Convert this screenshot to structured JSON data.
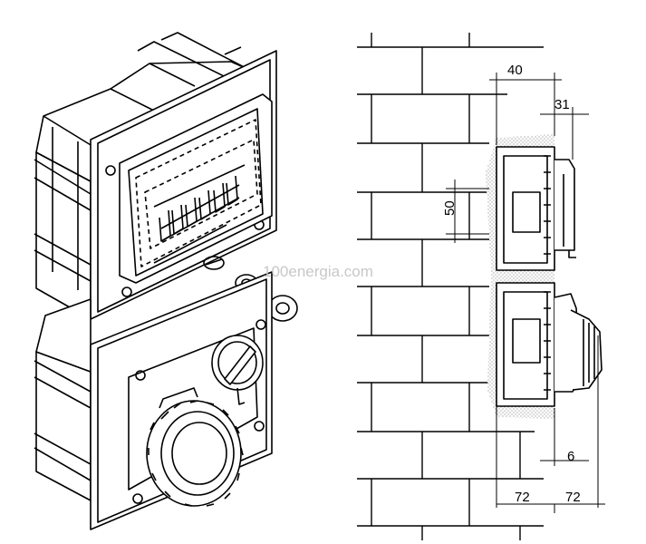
{
  "watermark": "100energia.com",
  "dimensions": {
    "top_depth": "40",
    "plug_projection": "31",
    "box_offset": "50",
    "cover_gap": "6",
    "width_left": "72",
    "width_right": "72"
  }
}
